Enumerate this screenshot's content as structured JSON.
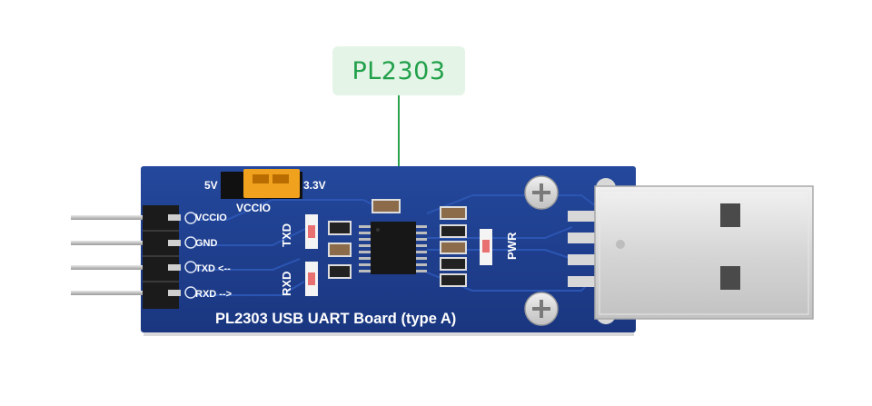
{
  "callout": {
    "label": "PL2303"
  },
  "board": {
    "title": "PL2303 USB UART Board (type A)",
    "jumper": {
      "left_label": "5V",
      "right_label": "3.3V",
      "name_label": "VCCIO"
    },
    "pins": [
      {
        "label": "VCCIO"
      },
      {
        "label": "GND"
      },
      {
        "label": "TXD <--"
      },
      {
        "label": "RXD -->"
      }
    ],
    "leds": [
      {
        "label": "TXD"
      },
      {
        "label": "RXD"
      },
      {
        "label": "PWR"
      }
    ]
  },
  "colors": {
    "pcb": "#1e3f8e",
    "callout_bg": "#e4f5e7",
    "callout_text": "#22a04a",
    "jumper": "#f0a21e"
  }
}
